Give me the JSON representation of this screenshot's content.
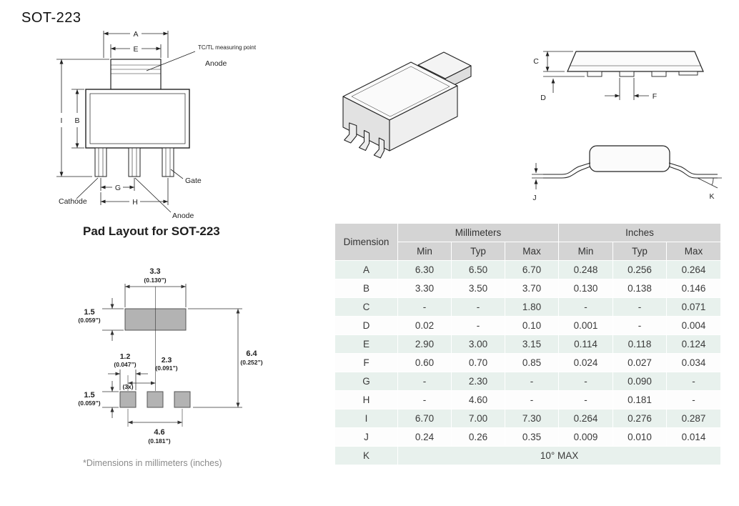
{
  "page": {
    "title": "SOT-223",
    "pad_layout_title": "Pad Layout for SOT-223",
    "footnote": "*Dimensions in millimeters (inches)"
  },
  "colors": {
    "table_header_bg": "#d4d4d4",
    "table_row_tint": "#e8f1ed",
    "pad_fill": "#b3b3b3"
  },
  "package_view": {
    "dim_a": "A",
    "dim_e": "E",
    "dim_b": "B",
    "dim_i": "I",
    "dim_g": "G",
    "dim_h": "H",
    "measuring_point": "TC/TL measuring point",
    "anode_top": "Anode",
    "anode_bottom": "Anode",
    "cathode": "Cathode",
    "gate": "Gate"
  },
  "side_views": {
    "dim_c": "C",
    "dim_d": "D",
    "dim_f": "F",
    "dim_j": "J",
    "dim_k": "K"
  },
  "pad_layout": {
    "tab_width_mm": "3.3",
    "tab_width_in": "(0.130”)",
    "tab_height_mm": "1.5",
    "tab_height_in": "(0.059”)",
    "pad_width_mm": "1.2",
    "pad_width_in": "(0.047”)",
    "pitch_mm": "2.3",
    "pitch_in": "(0.091”)",
    "pad_count": "(3x)",
    "overall_height_mm": "6.4",
    "overall_height_in": "(0.252”)",
    "pad_height_mm": "1.5",
    "pad_height_in": "(0.059”)",
    "outer_pitch_mm": "4.6",
    "outer_pitch_in": "(0.181”)"
  },
  "table": {
    "col_dimension": "Dimension",
    "group_mm": "Millimeters",
    "group_in": "Inches",
    "sub_headers": [
      "Min",
      "Typ",
      "Max",
      "Min",
      "Typ",
      "Max"
    ],
    "rows": [
      {
        "dim": "A",
        "values": [
          "6.30",
          "6.50",
          "6.70",
          "0.248",
          "0.256",
          "0.264"
        ]
      },
      {
        "dim": "B",
        "values": [
          "3.30",
          "3.50",
          "3.70",
          "0.130",
          "0.138",
          "0.146"
        ]
      },
      {
        "dim": "C",
        "values": [
          "-",
          "-",
          "1.80",
          "-",
          "-",
          "0.071"
        ]
      },
      {
        "dim": "D",
        "values": [
          "0.02",
          "-",
          "0.10",
          "0.001",
          "-",
          "0.004"
        ]
      },
      {
        "dim": "E",
        "values": [
          "2.90",
          "3.00",
          "3.15",
          "0.114",
          "0.118",
          "0.124"
        ]
      },
      {
        "dim": "F",
        "values": [
          "0.60",
          "0.70",
          "0.85",
          "0.024",
          "0.027",
          "0.034"
        ]
      },
      {
        "dim": "G",
        "values": [
          "-",
          "2.30",
          "-",
          "-",
          "0.090",
          "-"
        ]
      },
      {
        "dim": "H",
        "values": [
          "-",
          "4.60",
          "-",
          "-",
          "0.181",
          "-"
        ]
      },
      {
        "dim": "I",
        "values": [
          "6.70",
          "7.00",
          "7.30",
          "0.264",
          "0.276",
          "0.287"
        ]
      },
      {
        "dim": "J",
        "values": [
          "0.24",
          "0.26",
          "0.35",
          "0.009",
          "0.010",
          "0.014"
        ]
      },
      {
        "dim": "K",
        "span": "10° MAX"
      }
    ]
  }
}
